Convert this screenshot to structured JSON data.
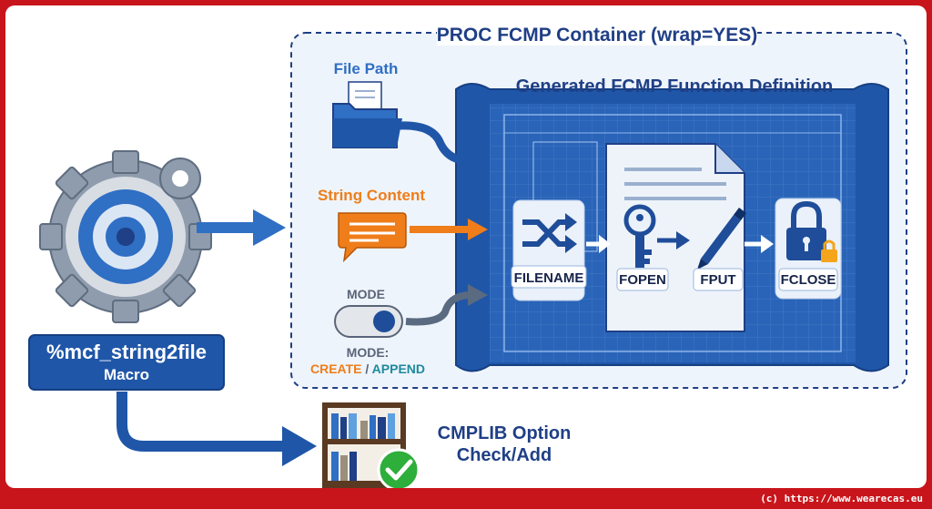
{
  "container": {
    "title": "PROC FCMP Container (wrap=YES)"
  },
  "blueprint": {
    "title": "Generated FCMP Function Definition"
  },
  "inputs": {
    "file_path": "File Path",
    "string_content": "String Content",
    "mode_toggle": "MODE",
    "mode_caption": "MODE:",
    "mode_create": "CREATE",
    "mode_separator": " / ",
    "mode_append": "APPEND"
  },
  "steps": [
    "FILENAME",
    "FOPEN",
    "FPUT",
    "FCLOSE"
  ],
  "macro": {
    "name": "%mcf_string2file",
    "type": "Macro"
  },
  "cmplib": {
    "line1": "CMPLIB Option",
    "line2": "Check/Add"
  },
  "footer": {
    "copyright": "(c) https://www.wearecas.eu"
  },
  "colors": {
    "frame": "#c8151b",
    "navy": "#1f3f86",
    "blue": "#2f6fc4",
    "orange": "#ef7d1a",
    "teal": "#1d8a9e",
    "green": "#2eae3a",
    "blueprint_bg": "#2a64b8"
  },
  "icons": [
    "gear-icon",
    "folder-icon",
    "chat-bubble-icon",
    "toggle-icon",
    "shuffle-icon",
    "key-icon",
    "pen-icon",
    "padlock-icon",
    "bookshelf-icon",
    "checkmark-icon",
    "document-icon"
  ]
}
